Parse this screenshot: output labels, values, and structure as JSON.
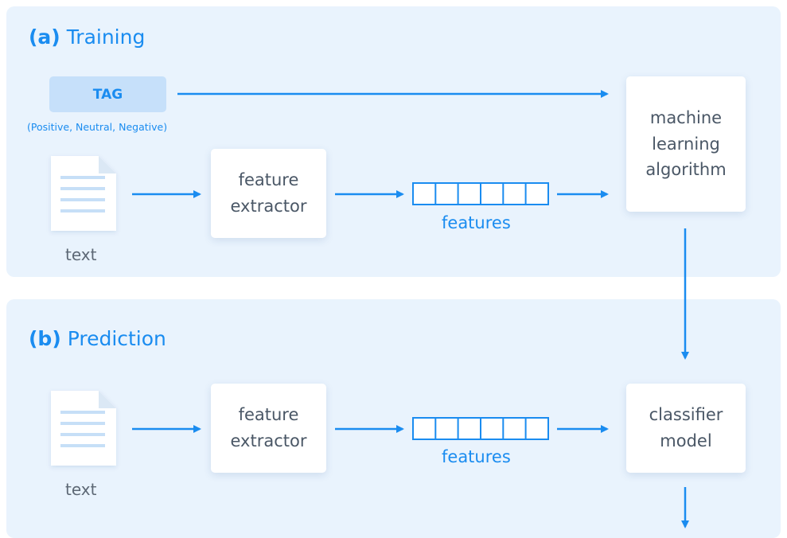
{
  "training": {
    "title_letter": "(a)",
    "title": "Training",
    "tag_label": "TAG",
    "tag_options": "(Positive, Neutral, Negative)",
    "doc_caption": "text",
    "extractor_label": "feature\nextractor",
    "features_label": "features",
    "algorithm_label": "machine\nlearning\nalgorithm"
  },
  "prediction": {
    "title_letter": "(b)",
    "title": "Prediction",
    "doc_caption": "text",
    "extractor_label": "feature\nextractor",
    "features_label": "features",
    "model_label": "classifier\nmodel"
  },
  "colors": {
    "accent": "#1a8cf0",
    "panel_bg": "#e9f3fd",
    "tag_bg": "#c6e0fa",
    "card_text": "#4a5766"
  },
  "icons": {
    "document": "document-icon",
    "arrow": "arrow-right-icon"
  }
}
